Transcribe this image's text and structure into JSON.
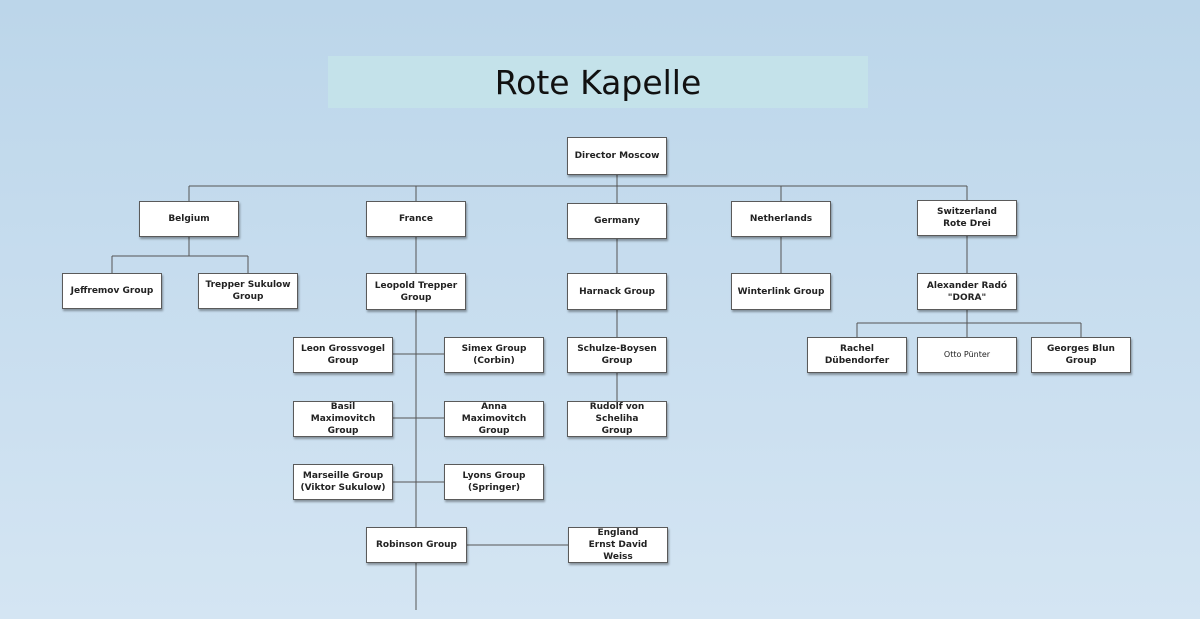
{
  "title": "Rote Kapelle",
  "nodes": {
    "director": "Director Moscow",
    "belgium": "Belgium",
    "france": "France",
    "germany": "Germany",
    "netherlands": "Netherlands",
    "switzerland": "Switzerland\nRote Drei",
    "jeffremov": "Jeffremov Group",
    "trepper_sukulow": "Trepper Sukulow\nGroup",
    "leopold_trepper": "Leopold Trepper\nGroup",
    "harnack": "Harnack Group",
    "winterlink": "Winterlink Group",
    "rado": "Alexander Radó\n\"DORA\"",
    "grossvogel": "Leon Grossvogel\nGroup",
    "simex": "Simex Group\n(Corbin)",
    "basil": "Basil Maximovitch\nGroup",
    "anna": "Anna Maximovitch\nGroup",
    "marseille": "Marseille Group\n(Viktor Sukulow)",
    "lyons": "Lyons Group\n(Springer)",
    "robinson": "Robinson Group",
    "england": "England\nErnst David Weiss",
    "schulze_boysen": "Schulze-Boysen Group",
    "scheliha": "Rudolf von Scheliha\nGroup",
    "dubendorfer": "Rachel Dübendorfer",
    "puenter": "Otto Pünter",
    "blun": "Georges Blun Group"
  }
}
